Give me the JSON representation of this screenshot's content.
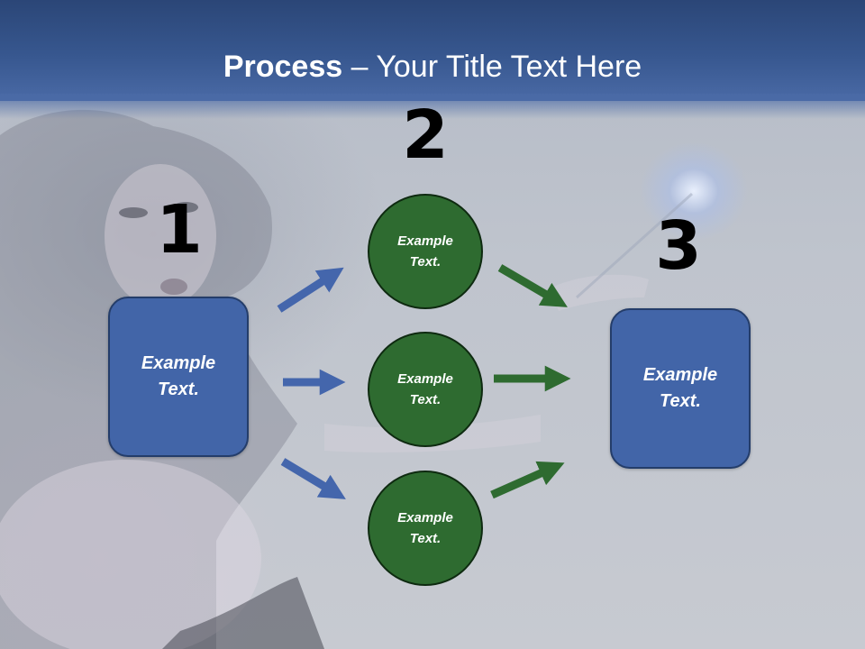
{
  "title": {
    "bold": "Process",
    "rest": " – Your Title Text Here"
  },
  "steps": {
    "one": "1",
    "two": "2",
    "three": "3"
  },
  "left_box": {
    "text": "Example\nText."
  },
  "circles": [
    {
      "text": "Example\nText."
    },
    {
      "text": "Example\nText."
    },
    {
      "text": "Example\nText."
    }
  ],
  "right_box": {
    "text": "Example\nText."
  },
  "colors": {
    "header": "#37578f",
    "box_fill": "#4265a8",
    "circle_fill": "#2e6b30",
    "arrow_blue": "#4466ac",
    "arrow_green": "#2e6b30"
  }
}
